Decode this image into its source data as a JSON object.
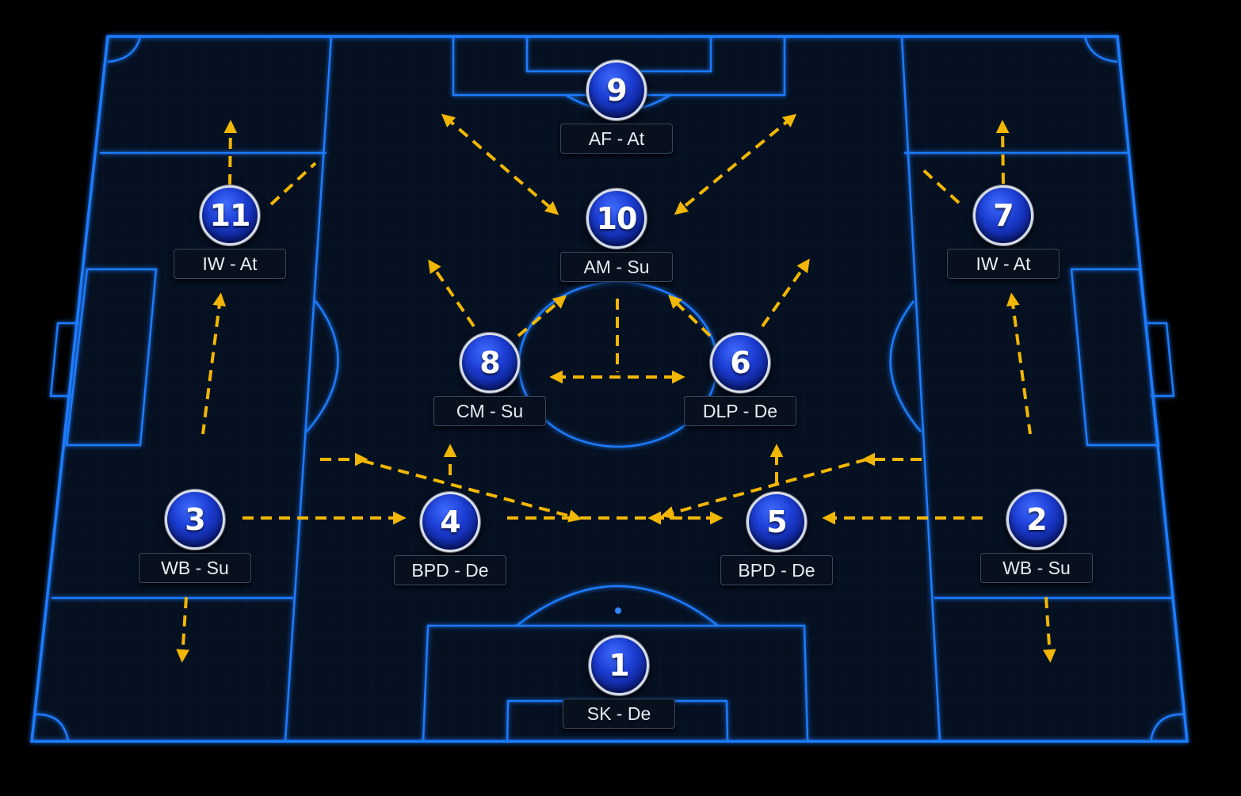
{
  "colors": {
    "background": "#000000",
    "pitch": "#051021",
    "line": "#1f7bff",
    "token": "#1d3ed4",
    "arrow": "#f2b705"
  },
  "players": [
    {
      "number": "9",
      "role": "AF - At"
    },
    {
      "number": "10",
      "role": "AM - Su"
    },
    {
      "number": "11",
      "role": "IW - At"
    },
    {
      "number": "7",
      "role": "IW - At"
    },
    {
      "number": "8",
      "role": "CM - Su"
    },
    {
      "number": "6",
      "role": "DLP - De"
    },
    {
      "number": "3",
      "role": "WB - Su"
    },
    {
      "number": "4",
      "role": "BPD - De"
    },
    {
      "number": "5",
      "role": "BPD - De"
    },
    {
      "number": "2",
      "role": "WB - Su"
    },
    {
      "number": "1",
      "role": "SK - De"
    }
  ]
}
